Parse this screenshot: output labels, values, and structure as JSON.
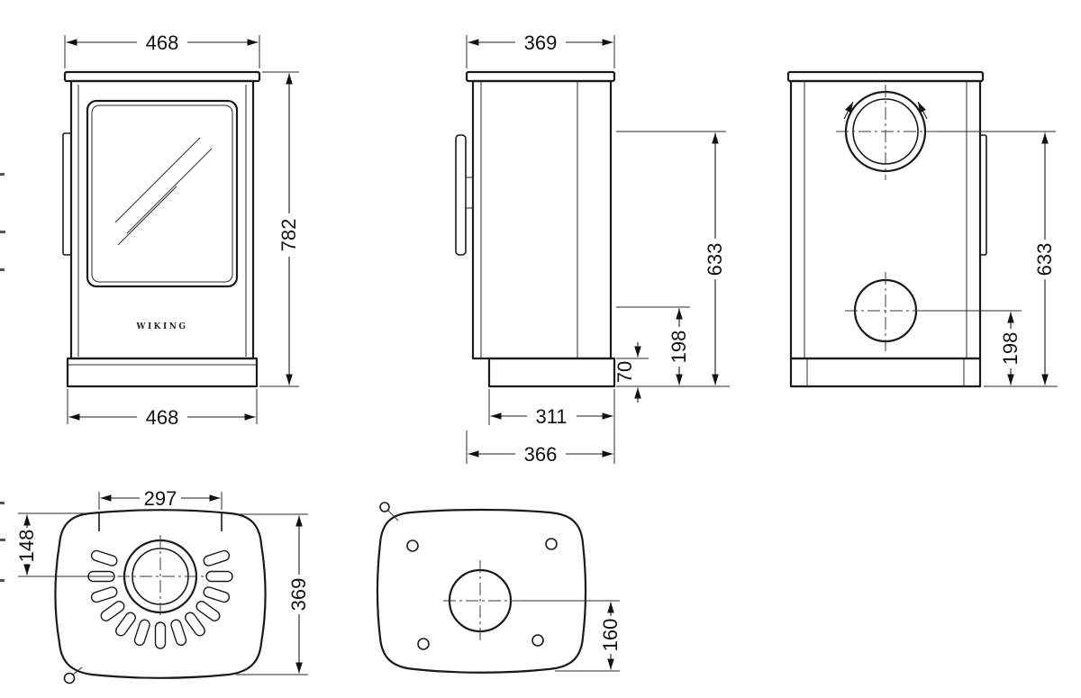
{
  "brand_text": "WIKING",
  "dims": {
    "front_width_top": "468",
    "front_height": "782",
    "front_width_bottom": "468",
    "side_depth_top": "369",
    "side_flue_height": "633",
    "side_rear_outlet_height": "198",
    "side_base_height": "70",
    "side_base_depth": "311",
    "side_depth_bottom": "366",
    "rear_flue_height": "633",
    "rear_outlet_height": "198",
    "top_collar_span": "297",
    "top_flue_offset": "148",
    "top_depth": "369",
    "bottom_outlet_offset": "160"
  },
  "colors": {
    "line": "#1a1a1a",
    "dim": "#111111",
    "background": "#ffffff"
  }
}
